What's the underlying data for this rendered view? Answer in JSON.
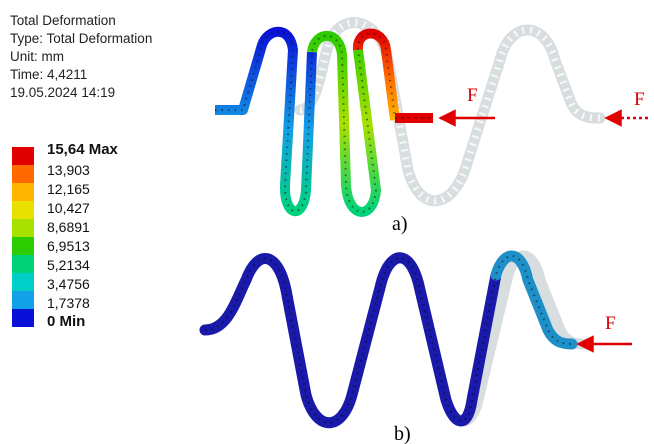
{
  "info": {
    "title": "Total Deformation",
    "type": "Type: Total Deformation",
    "unit": "Unit: mm",
    "time": "Time: 4,4211",
    "date": "19.05.2024 14:19"
  },
  "legend": {
    "items": [
      {
        "label": "15,64 Max",
        "color": "#e00000",
        "bold": true
      },
      {
        "label": "13,903",
        "color": "#ff6a00"
      },
      {
        "label": "12,165",
        "color": "#ffb400"
      },
      {
        "label": "10,427",
        "color": "#e8e000"
      },
      {
        "label": "8,6891",
        "color": "#a8e000"
      },
      {
        "label": "6,9513",
        "color": "#2ccc00"
      },
      {
        "label": "5,2134",
        "color": "#00d27a"
      },
      {
        "label": "3,4756",
        "color": "#00cfc8"
      },
      {
        "label": "1,7378",
        "color": "#12a0e6"
      },
      {
        "label": "0 Min",
        "color": "#0a10d8",
        "bold": true
      }
    ]
  },
  "figure_a": {
    "caption": "a)",
    "force_label": "F",
    "force_label_dashed": "F"
  },
  "figure_b": {
    "caption": "b)",
    "force_label": "F"
  }
}
